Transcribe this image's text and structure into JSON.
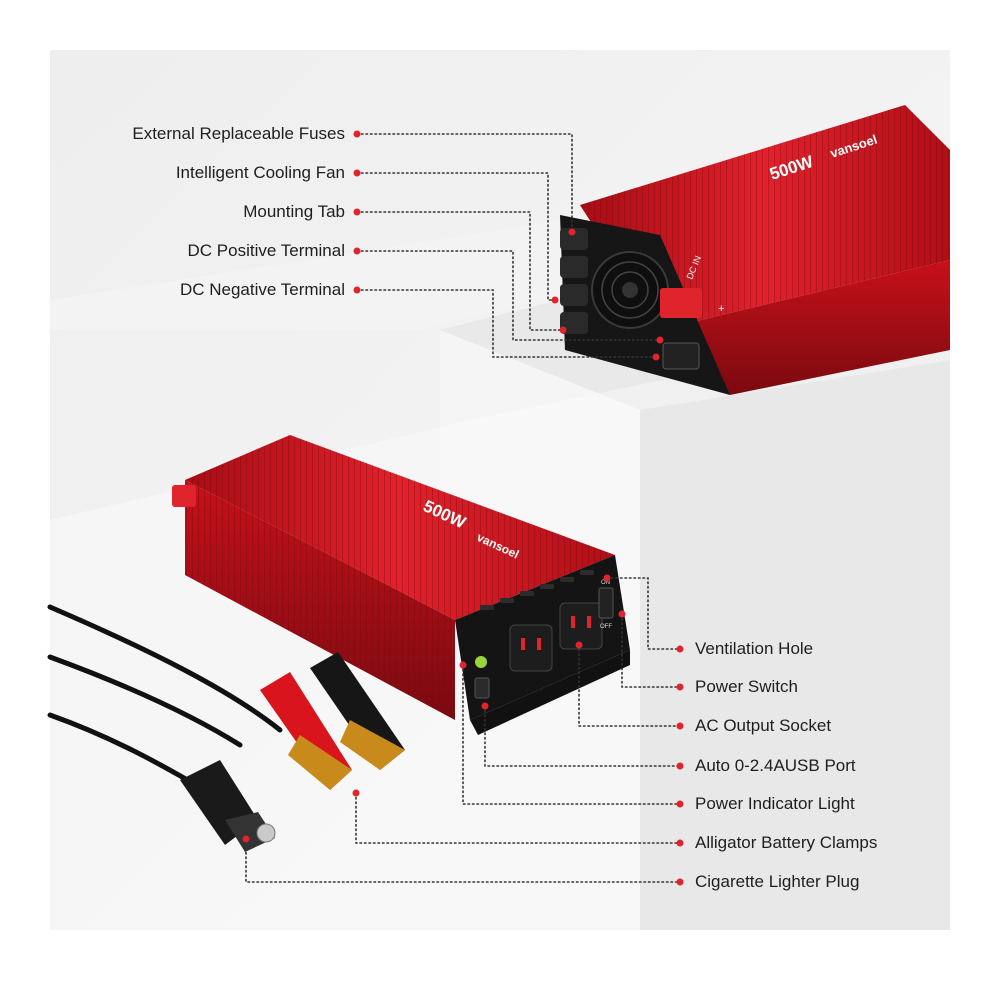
{
  "callouts_left": [
    {
      "id": "fuses",
      "label": "External Replaceable Fuses"
    },
    {
      "id": "fan",
      "label": "Intelligent Cooling Fan"
    },
    {
      "id": "tab",
      "label": "Mounting Tab"
    },
    {
      "id": "pos",
      "label": "DC Positive Terminal"
    },
    {
      "id": "neg",
      "label": "DC Negative Terminal"
    }
  ],
  "callouts_right": [
    {
      "id": "vent",
      "label": "Ventilation Hole"
    },
    {
      "id": "switch",
      "label": "Power Switch"
    },
    {
      "id": "ac",
      "label": "AC Output Socket"
    },
    {
      "id": "usb",
      "label": "Auto 0-2.4AUSB Port"
    },
    {
      "id": "led",
      "label": "Power Indicator Light"
    },
    {
      "id": "clamps",
      "label": "Alligator Battery Clamps"
    },
    {
      "id": "plug",
      "label": "Cigarette Lighter Plug"
    }
  ],
  "product": {
    "rating": "500W",
    "brand": "vansoel",
    "dc_in_label": "DC IN",
    "plus_sign": "+",
    "switch_on": "ON",
    "switch_off": "OFF"
  },
  "colors": {
    "body_red": "#c8101a",
    "dark_red": "#8a0a10",
    "accent_dot": "#e0242c",
    "panel_black": "#1a1a1a"
  }
}
